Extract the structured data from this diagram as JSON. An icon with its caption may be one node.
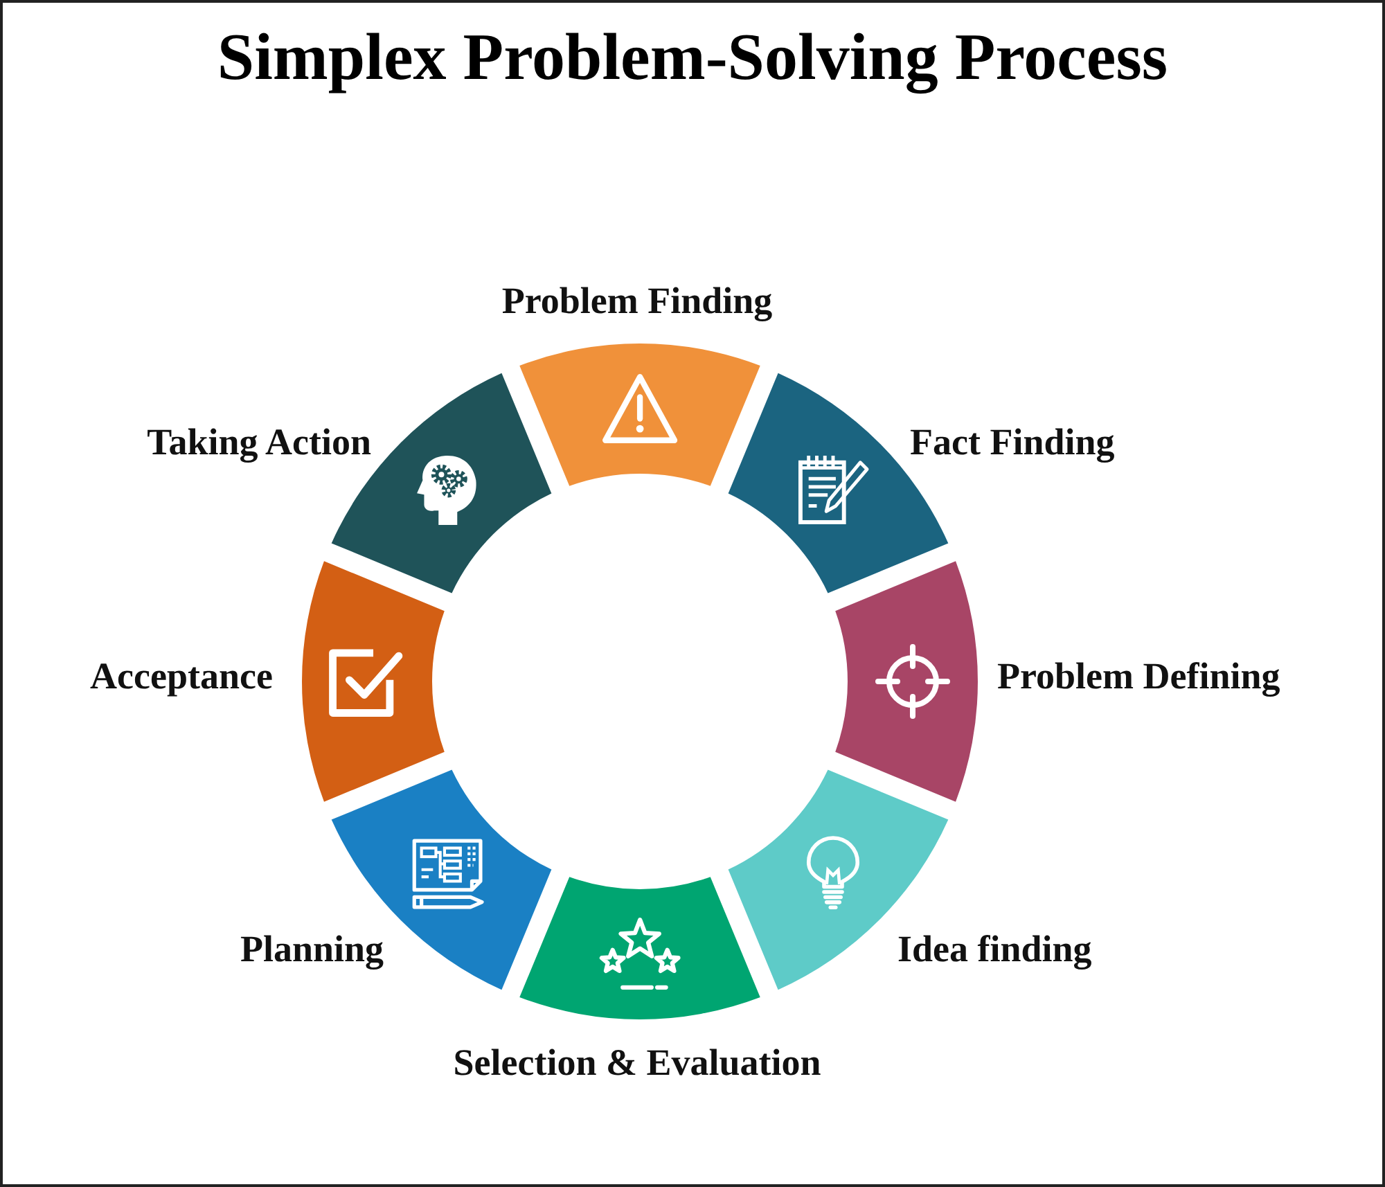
{
  "diagram": {
    "title": "Simplex Problem-Solving Process",
    "nodes": [
      {
        "text": [
          "Problem Finding"
        ]
      },
      {
        "text": [
          "Fact Finding"
        ]
      },
      {
        "text": [
          "Problem Defining"
        ]
      },
      {
        "text": [
          "Idea finding"
        ]
      },
      {
        "text": [
          "Selection & Evaluation"
        ]
      },
      {
        "text": [
          "Planning"
        ]
      },
      {
        "text": [
          "Acceptance"
        ]
      },
      {
        "text": [
          "Taking Action"
        ]
      }
    ]
  }
}
